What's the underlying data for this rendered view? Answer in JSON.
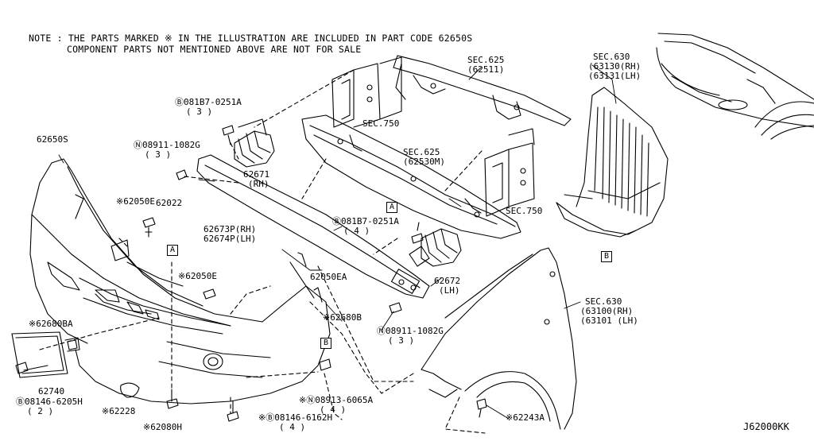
{
  "note": {
    "line1": "NOTE : THE PARTS MARKED ※ IN THE ILLUSTRATION ARE INCLUDED IN PART CODE 62650S",
    "line2": "COMPONENT PARTS NOT MENTIONED ABOVE ARE NOT FOR SALE"
  },
  "diagram_code": "J62000KK",
  "labels": {
    "sec625_top": [
      "SEC.625",
      "(62511)"
    ],
    "sec630_top": [
      "SEC.630",
      "(63130(RH)",
      "(63131(LH)"
    ],
    "bolt_0251a_top": [
      "Ⓑ081B7-0251A",
      "( 3 )"
    ],
    "nut_1082g_top": [
      "Ⓝ08911-1082G",
      "( 3 )"
    ],
    "sec750_top": [
      "SEC.750"
    ],
    "p62650s": [
      "62650S"
    ],
    "p62671": [
      "62671",
      "(RH)"
    ],
    "sec625_mid": [
      "SEC.625",
      "(62530M)"
    ],
    "p62022": [
      "62022"
    ],
    "p62050e_top": [
      "※62050E"
    ],
    "sec750_mid": [
      "SEC.750"
    ],
    "bolt_0251a_mid": [
      "Ⓑ081B7-0251A",
      "( 4 )"
    ],
    "p62673": [
      "62673P(RH)",
      "62674P(LH)"
    ],
    "p62672": [
      "62672",
      "(LH)"
    ],
    "p62050e_mid": [
      "※62050E"
    ],
    "p62050ea": [
      "62050EA"
    ],
    "p62680b": [
      "※62680B"
    ],
    "p62680ba": [
      "※62680BA"
    ],
    "nut_1082g_bot": [
      "Ⓝ08911-1082G",
      "( 3 )"
    ],
    "sec630_bot": [
      "SEC.630",
      "(63100(RH)",
      "(63101 (LH)"
    ],
    "p62740": [
      "62740"
    ],
    "bolt_6205h": [
      "Ⓑ08146-6205H",
      "( 2 )"
    ],
    "p62228": [
      "※62228"
    ],
    "p62080h": [
      "※62080H"
    ],
    "bolt_6162h": [
      "※Ⓑ08146-6162H",
      "( 4 )"
    ],
    "nut_6065a": [
      "※Ⓝ08913-6065A",
      "( 4 )"
    ],
    "p62243a": [
      "※62243A"
    ]
  },
  "ref_boxes": {
    "a_upper": "A",
    "a_lower": "A",
    "b_right": "B",
    "b_lower": "B"
  }
}
